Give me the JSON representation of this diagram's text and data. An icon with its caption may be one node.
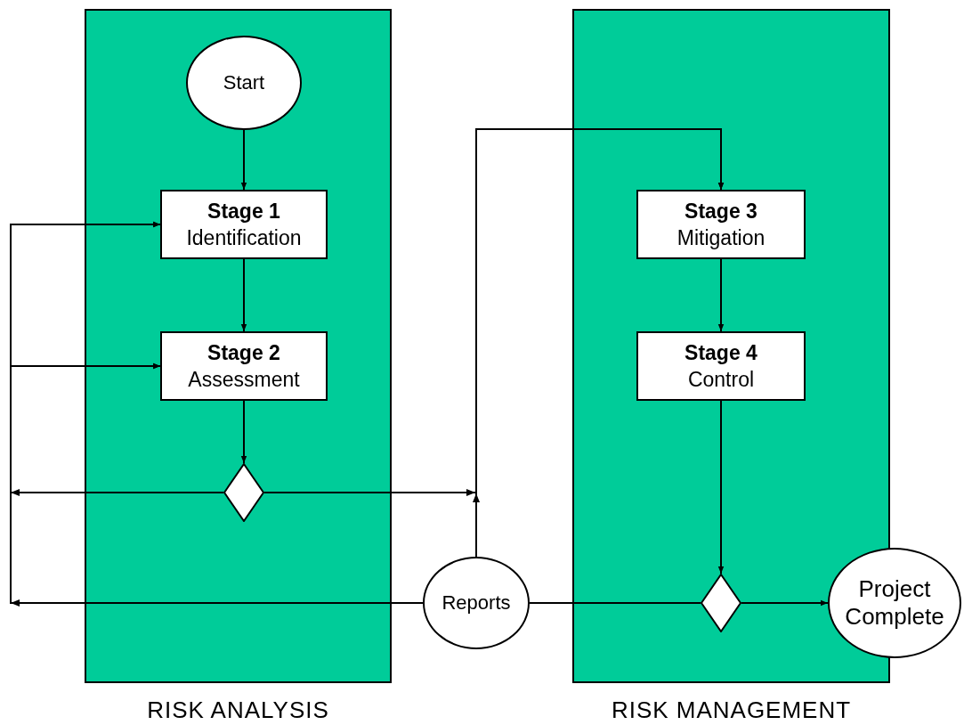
{
  "diagram": {
    "nodes": [
      {
        "text": [
          "RISK ANALYSIS"
        ]
      },
      {
        "text": [
          "Start"
        ],
        "in": 0
      },
      {
        "text": [
          "Stage 1",
          "Identification"
        ],
        "in": 0
      },
      {
        "text": [
          "Stage 2",
          "Assessment"
        ],
        "in": 0
      },
      {
        "text": [],
        "shape": "diamond",
        "in": 0
      },
      {
        "text": [
          "RISK MANAGEMENT"
        ]
      },
      {
        "text": [
          "Stage 3",
          "Mitigation"
        ],
        "in": 5
      },
      {
        "text": [
          "Stage 4",
          "Control"
        ],
        "in": 5
      },
      {
        "text": [],
        "shape": "diamond",
        "in": 5
      },
      {
        "text": [
          "Reports"
        ]
      },
      {
        "text": [
          "Project Complete"
        ]
      }
    ],
    "edges": [
      {
        "from": 1,
        "to": 2,
        "arrow": "to"
      },
      {
        "from": 2,
        "to": 3,
        "arrow": "to"
      },
      {
        "from": 3,
        "to": 4,
        "arrow": "to"
      },
      {
        "from": 4,
        "to": 2,
        "arrow": "to"
      },
      {
        "from": 4,
        "to": 3,
        "arrow": "to"
      },
      {
        "from": 4,
        "to": 6,
        "arrow": "to"
      },
      {
        "from": 9,
        "to": 6,
        "arrow": "to"
      },
      {
        "from": 9,
        "to": 2,
        "arrow": "to"
      },
      {
        "from": 9,
        "to": 3,
        "arrow": "to"
      },
      {
        "from": 6,
        "to": 7,
        "arrow": "to"
      },
      {
        "from": 7,
        "to": 8,
        "arrow": "to"
      },
      {
        "from": 9,
        "to": 8,
        "arrow": "none"
      },
      {
        "from": 8,
        "to": 10,
        "arrow": "to"
      }
    ]
  }
}
